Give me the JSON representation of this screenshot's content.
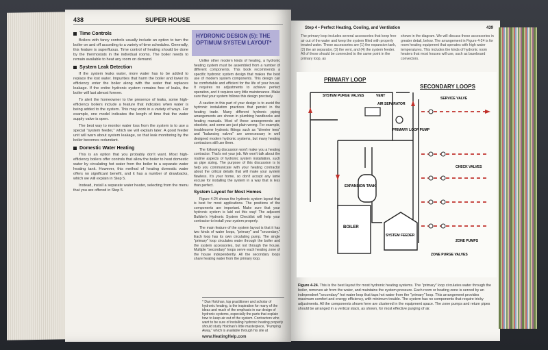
{
  "left_page": {
    "page_number": "438",
    "running_head": "SUPER HOUSE",
    "sections": [
      {
        "heading": "Time Controls",
        "paragraphs": [
          "Boilers with fancy controls usually include an option to turn the boiler on and off according to a variety of time schedules. Generally, this feature is superfluous. Time control of heating should be done by the thermostats in the individual rooms. The boiler needs to remain available to heat any room on demand."
        ]
      },
      {
        "heading": "System Leak Detection",
        "paragraphs": [
          "If the system leaks water, more water has to be added to replace the lost water. Impurities that harm the boiler and lower its efficiency enter the boiler along with the water that replaces leakage. If the entire hydronic system remains free of leaks, the boiler will last almost forever.",
          "To alert the homeowner to the presence of leaks, some high-efficiency boilers include a feature that indicates when water is being added to the system. This may work in a variety of ways. For example, one model indicates the length of time that the water supply valve is open.",
          "The best way to monitor water loss from the system is to use a special \"system feeder,\" which we will explain later. A good feeder unit will warn about system leakage, so that leak monitoring by the boiler becomes redundant."
        ]
      },
      {
        "heading": "Domestic Water Heating",
        "paragraphs": [
          "This is an option that you probably don't want. Most high-efficiency boilers offer controls that allow the boiler to heat domestic water by circulating hot water from the boiler to a separate water heating tank. However, this method of heating domestic water offers no significant benefit, and it has a number of drawbacks, which we will explain in Step 5.",
          "Instead, install a separate water heater, selecting from the menu that you are offered in Step 5."
        ]
      }
    ],
    "callout_title": "HYDRONIC DESIGN (5): THE OPTIMUM SYSTEM LAYOUT*",
    "right_column": [
      "Unlike other modern kinds of heating, a hydronic heating system must be assembled from a number of different components. This book recommends a specific hydronic system design that makes the best use of modern system components. This design can be comfortable and efficient for the life of your house. It requires no adjustments to achieve perfect operation, and it requires very little maintenance. Make sure that your system follows this design precisely.",
      "A caution in this part of your design is to avoid the hydronic installation practices that persist in the heating trade. Many different hydronic piping arrangements are shown in plumbing handbooks and heating manuals. Most of these arrangements are obsolete, and some are just plain wrong. For example, troublesome hydronic fittings such as \"diverter tees\" and \"balancing valves\" are unnecessary in well designed modern hydronic systems, but many heating contractors still use them.",
      "The following discussion won't make you a heating contractor. That's not your job. We won't talk about the routine aspects of hydronic system installation, such as pipe sizing. The purpose of this discussion is to help you communicate with your heating contractor about the critical details that will make your system flawless. It's your home, so don't accept any lame excuse for installing the system in a way that is less than perfect."
    ],
    "subheading": "System Layout for Most Homes",
    "layout_paragraphs": [
      "Figure 4-24 shows the hydronic system layout that is best for most applications. The positions of the components are important. Make sure that your hydronic system is laid out this way! The adjacent Builder's Hydronic System Checklist will help your contractor to install your system properly.",
      "The main feature of the system layout is that it has two kinds of water loops, \"primary\" and \"secondary.\" Each loop has its own circulating pump. The single \"primary\" loop circulates water through the boiler and the system accessories, but not through the house. Multiple \"secondary\" loops serve each heating zone of the house independently. All the secondary loops share heating water from the primary loop."
    ],
    "footnote": "* Dan Holohan, top practitioner and scholar of hydronic heating, is the inspiration for many of the ideas and much of the emphasis in our design of hydronic systems, especially the parts that explain how to keep air out of the system. Contractors who want to be sure of installing hydronic heating properly should study Holohan's little masterpiece, \"Pumping Away,\" which is available through his site at",
    "footnote_url": "www.HeatingHelp.com"
  },
  "right_page": {
    "running_head": "Step 4 • Perfect Heating, Cooling, and Ventilation",
    "page_number": "439",
    "intro_left": "The primary loop includes several accessories that keep free air out of the water and keep the system filled with properly treated water. These accessories are (1) the expansion tank, (2) the air separator, (3) the vent, and (4) the system feeder. All of these should be connected to the same point in the primary loop, as",
    "intro_right": "shown in the diagram. We will discuss these accessories in greater detail, below. The arrangement in Figure 4-24 is for room heating equipment that operates with high water temperatures. This includes the kinds of hydronic room heaters that most houses will use, such as baseboard convectors.",
    "diagram": {
      "primary_title": "PRIMARY LOOP",
      "secondary_title": "SECONDARY LOOPS",
      "labels": {
        "purge": "SYSTEM PURGE VALVES",
        "vent": "VENT",
        "air_sep": "AIR SEPARATOR",
        "primary_pump": "PRIMARY LOOP PUMP",
        "expansion": "EXPANSION TANK",
        "boiler": "BOILER",
        "feeder": "SYSTEM FEEDER",
        "service": "SERVICE VALVE",
        "check": "CHECK VALVES",
        "zone_pumps": "ZONE PUMPS",
        "zone_purge": "ZONE PURGE VALVES"
      }
    },
    "caption_label": "Figure 4-24.",
    "caption_text": "This is the best layout for most hydronic heating systems. The \"primary\" loop circulates water through the boiler, removes air from the water, and maintains the system pressure. Each room or heating zone is served by an independent \"secondary\" hot water loop that taps hot water from the \"primary\" loop. This arrangement provides maximum comfort and energy efficiency, with minimum trouble. The system has no components that require tricky adjustments. All the components shown here are clustered in the equipment space. The zone pumps and return pipes should be arranged in a vertical stack, as shown, for most effective purging of air."
  },
  "colors": {
    "callout_bg": "#b6b2d8",
    "callout_text": "#3c3a86",
    "arrow_red": "#c0302a"
  }
}
